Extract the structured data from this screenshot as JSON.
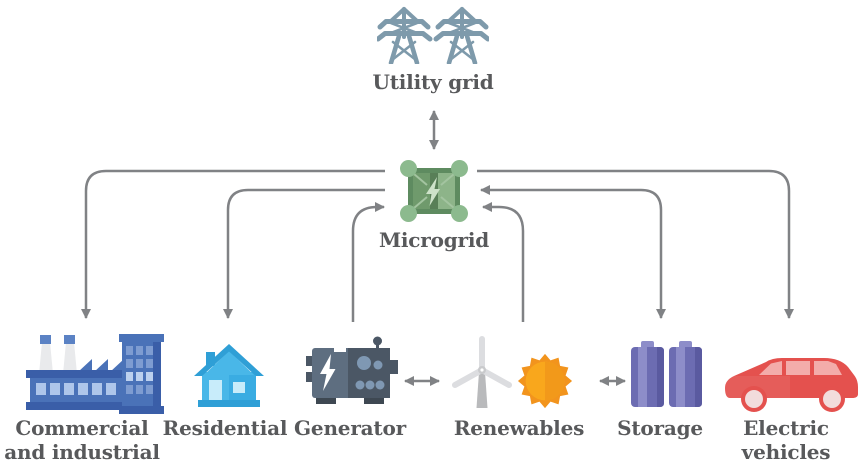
{
  "diagram": {
    "background": "#ffffff",
    "nodes": {
      "utility_grid": {
        "label": "Utility grid",
        "icon": "transmission-towers-icon"
      },
      "microgrid": {
        "label": "Microgrid",
        "icon": "microgrid-icon"
      },
      "commercial": {
        "label_line1": "Commercial",
        "label_line2": "and industrial",
        "icon": "factory-icon"
      },
      "residential": {
        "label": "Residential",
        "icon": "house-icon"
      },
      "generator": {
        "label": "Generator",
        "icon": "generator-icon"
      },
      "renewables": {
        "label": "Renewables",
        "icon": "wind-turbine-and-sun-icon"
      },
      "storage": {
        "label": "Storage",
        "icon": "batteries-icon"
      },
      "electric_vehicles": {
        "label_line1": "Electric",
        "label_line2": "vehicles",
        "icon": "car-icon"
      }
    },
    "edges": [
      {
        "from": "utility_grid",
        "to": "microgrid",
        "direction": "bidirectional"
      },
      {
        "from": "microgrid",
        "to": "commercial",
        "direction": "one-way"
      },
      {
        "from": "microgrid",
        "to": "residential",
        "direction": "one-way"
      },
      {
        "from": "generator",
        "to": "microgrid",
        "direction": "one-way"
      },
      {
        "from": "renewables",
        "to": "microgrid",
        "direction": "one-way"
      },
      {
        "from": "microgrid",
        "to": "storage",
        "direction": "bidirectional"
      },
      {
        "from": "microgrid",
        "to": "electric_vehicles",
        "direction": "one-way"
      },
      {
        "from": "generator",
        "to": "renewables",
        "direction": "bidirectional"
      },
      {
        "from": "renewables",
        "to": "storage",
        "direction": "bidirectional"
      }
    ],
    "colors": {
      "arrow": "#808285",
      "label_text": "#58595b",
      "tower_blue": "#7e9aab",
      "microgrid_frame_green": "#5e8b60",
      "microgrid_corner_green": "#8cba8e",
      "microgrid_bolt": "#cde2c9",
      "factory_blue": "#4a72b8",
      "factory_shadow_blue": "#3a5ea8",
      "factory_window_blue": "#aec6ea",
      "chimney_white": "#e9eaec",
      "house_roof_blue": "#2f9fd6",
      "house_body_blue": "#49b7e8",
      "house_window_blue": "#c8ecfa",
      "generator_body_dark": "#4b5765",
      "generator_body_light": "#5e6e80",
      "generator_dial_blue": "#7f98b3",
      "turbine_gray": "#dcdde0",
      "turbine_pole_gray": "#b9babc",
      "sun_ray_orange": "#f2941d",
      "sun_core_orange": "#f9a71c",
      "battery_purple": "#6c6cb2",
      "battery_light_purple": "#8d8dc9",
      "battery_dark_purple": "#5a5aa0",
      "car_red": "#e4514e",
      "car_window_pink": "#f3acaa"
    }
  }
}
